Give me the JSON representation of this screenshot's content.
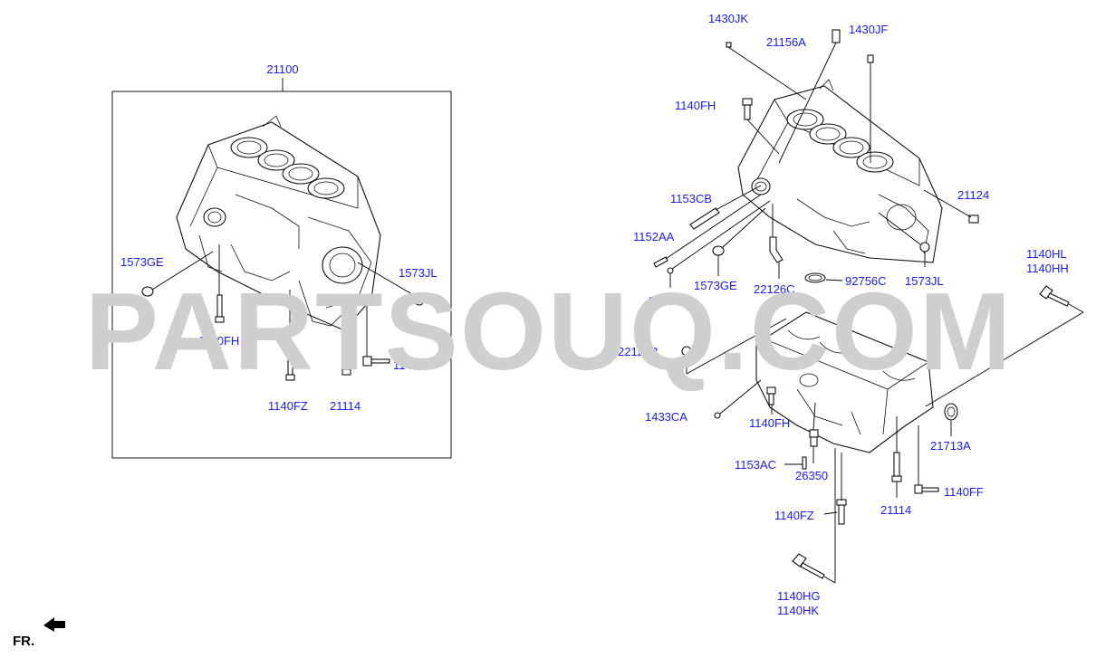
{
  "watermark": "PARTSOUQ.COM",
  "front_marker": "FR.",
  "assembly_label": "21100",
  "left_labels": {
    "l1573GE": "1573GE",
    "l1573JL": "1573JL",
    "l1140FH": "1140FH",
    "l1140FF": "1140FF",
    "l1140FZ": "1140FZ",
    "l21114": "21114"
  },
  "right_labels": {
    "l1430JK": "1430JK",
    "l21156A": "21156A",
    "l1430JF": "1430JF",
    "l1140FH_top": "1140FH",
    "l1153CB": "1153CB",
    "l21124": "21124",
    "l1152AA": "1152AA",
    "l1573GE": "1573GE",
    "l1433CA_a": "1433CA",
    "l22126C": "22126C",
    "l92756C": "92756C",
    "l1573JL": "1573JL",
    "l1140HL": "1140HL",
    "l1140HH": "1140HH",
    "l22124B": "22124B",
    "l1433CA_b": "1433CA",
    "l1140FH_low": "1140FH",
    "l21713A": "21713A",
    "l1153AC": "1153AC",
    "l26350": "26350",
    "l1140FF": "1140FF",
    "l21114": "21114",
    "l1140FZ": "1140FZ",
    "l1140HG": "1140HG",
    "l1140HK": "1140HK"
  }
}
